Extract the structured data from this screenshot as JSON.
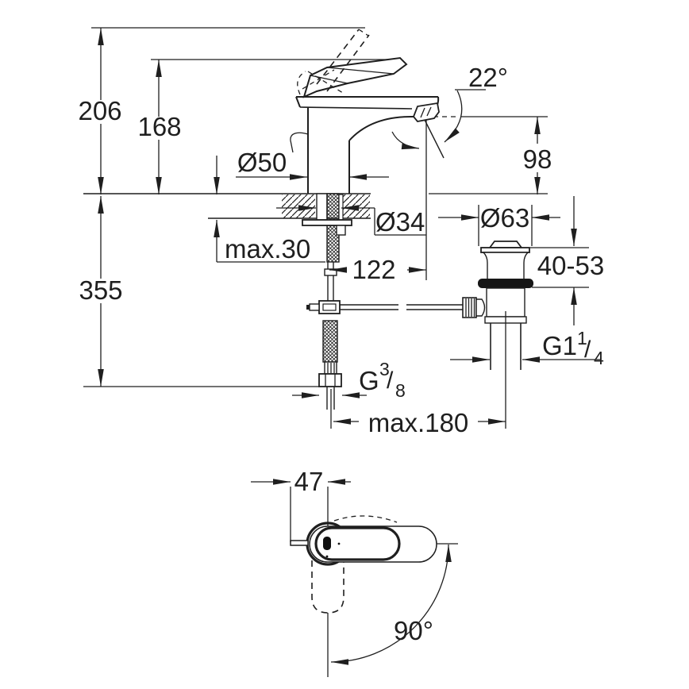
{
  "title": "Faucet technical dimension drawing",
  "front_view": {
    "total_height": "206",
    "lever_height": "168",
    "base_diameter": "Ø50",
    "spout_angle": "22°",
    "spout_height": "98",
    "counter_thickness": "max.30",
    "hole_diameter": "Ø34",
    "drain_flange_diameter": "Ø63",
    "below_counter_depth": "355",
    "spout_reach": "122",
    "drain_clamp_range": "40-53",
    "drain_thread_base": "G1",
    "drain_thread_sup": "1",
    "drain_thread_slash": "/",
    "drain_thread_sub": "4",
    "supply_thread_base": "G",
    "supply_thread_sup": "3",
    "supply_thread_slash": "/",
    "supply_thread_sub": "8",
    "rod_span": "max.180"
  },
  "top_view": {
    "handle_width": "47",
    "swivel_angle": "90°"
  },
  "style": {
    "line_color": "#1f1f1f",
    "background": "#ffffff"
  }
}
